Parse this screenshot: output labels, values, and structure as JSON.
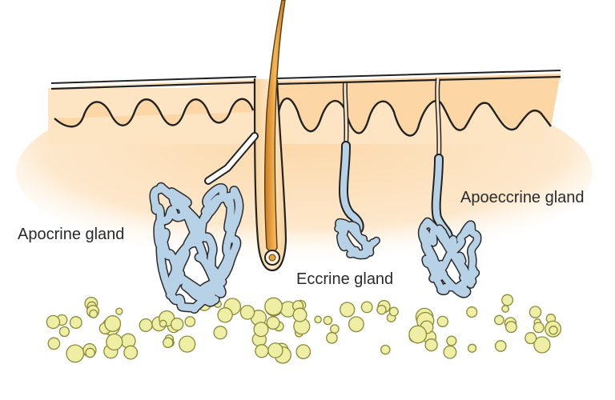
{
  "labels": {
    "apocrine": "Apocrine gland",
    "eccrine": "Eccrine gland",
    "apoeccrine": "Apoeccrine gland"
  },
  "colors": {
    "skin": "#fde2bf",
    "skin_dark": "#f9d3a0",
    "gland": "#b7d1e6",
    "hair": "#e9a13c",
    "fat": "#eeeea4",
    "outline": "#222222"
  }
}
